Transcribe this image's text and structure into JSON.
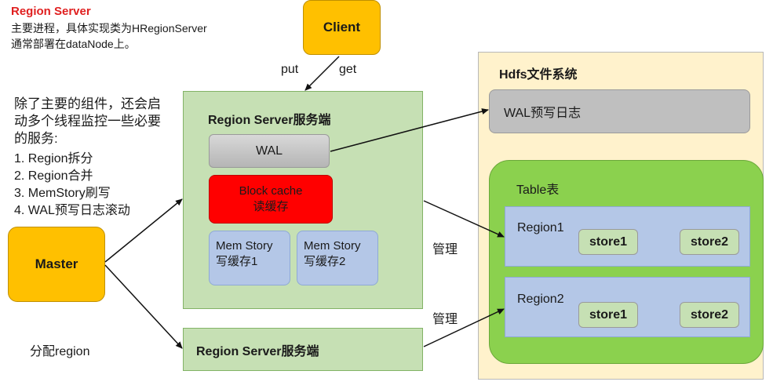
{
  "annotation": {
    "title": "Region Server",
    "line1": "主要进程，具体实现类为HRegionServer",
    "line2": "通常部署在dataNode上。"
  },
  "client": {
    "label": "Client",
    "put_label": "put",
    "get_label": "get"
  },
  "services": {
    "intro": "除了主要的组件，还会启动多个线程监控一些必要的服务:",
    "items": [
      "1.  Region拆分",
      "2.  Region合并",
      "3.  MemStory刷写",
      "4.  WAL预写日志滚动"
    ]
  },
  "master": {
    "label": "Master",
    "assign_label": "分配region"
  },
  "region_server_main": {
    "title": "Region Server服务端",
    "wal": "WAL",
    "block_cache_line1": "Block cache",
    "block_cache_line2": "读缓存",
    "memstore1_line1": "Mem Story",
    "memstore1_line2": "写缓存1",
    "memstore2_line1": "Mem Story",
    "memstore2_line2": "写缓存2"
  },
  "region_server_second": {
    "title": "Region Server服务端"
  },
  "manage_labels": [
    "管理",
    "管理"
  ],
  "hdfs": {
    "title": "Hdfs文件系统",
    "wal": "WAL预写日志",
    "table_label": "Table表",
    "regions": [
      {
        "label": "Region1",
        "stores": [
          "store1",
          "store2"
        ]
      },
      {
        "label": "Region2",
        "stores": [
          "store1",
          "store2"
        ]
      }
    ]
  },
  "colors": {
    "accent_red": "#e02020",
    "yellow": "#ffc000",
    "server_green": "#c6e0b4",
    "table_green": "#8bd14e",
    "region_blue": "#b4c7e7",
    "hdfs_background": "#fff2cc"
  }
}
